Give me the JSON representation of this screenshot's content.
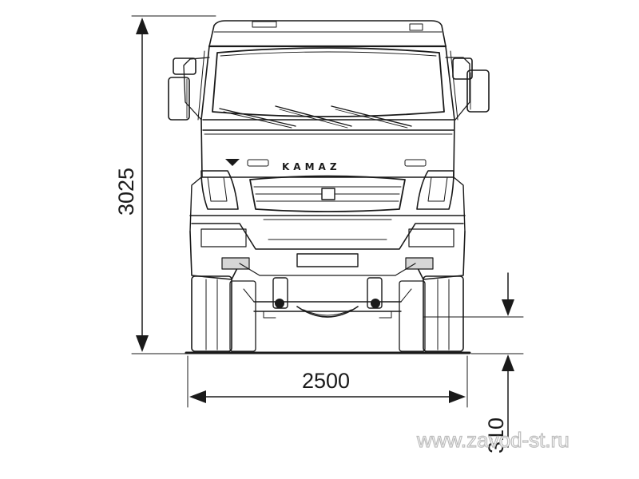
{
  "dimensions": {
    "height": "3025",
    "track_width": "2500",
    "ground_clearance": "310"
  },
  "brand": "KAMAZ",
  "watermark": "www.zavod-st.ru",
  "colors": {
    "ink": "#1a1a1a",
    "background": "#ffffff",
    "watermark_outline": "#bdbdbd"
  }
}
